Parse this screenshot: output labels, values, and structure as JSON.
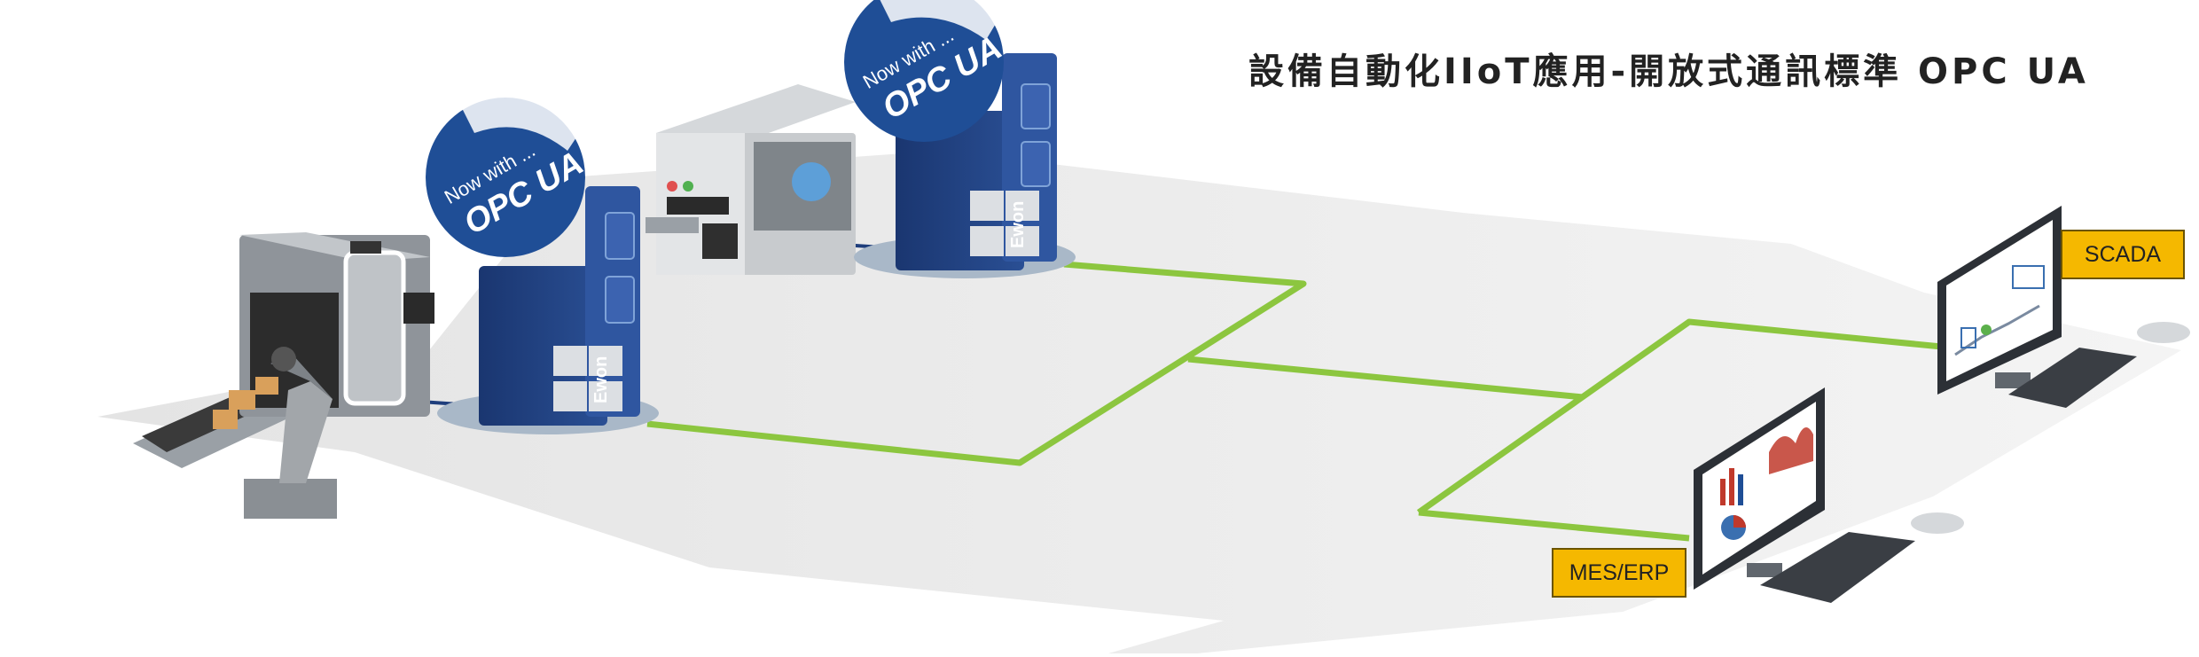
{
  "title": "設備自動化IIoT應用-開放式通訊標準 OPC UA",
  "labels": {
    "scada": "SCADA",
    "mes_erp": "MES/ERP"
  },
  "badges": [
    {
      "line1": "Now with ...",
      "line2": "OPC UA"
    },
    {
      "line1": "Now with ...",
      "line2": "OPC UA"
    }
  ],
  "gateway_brand": "Ewon",
  "colors": {
    "network_line": "#8cc63f",
    "gateway_blue": "#1f3e7c",
    "badge_blue": "#1f4e96",
    "label_yellow": "#f5b800",
    "floor_gray": "#eeeeee"
  }
}
